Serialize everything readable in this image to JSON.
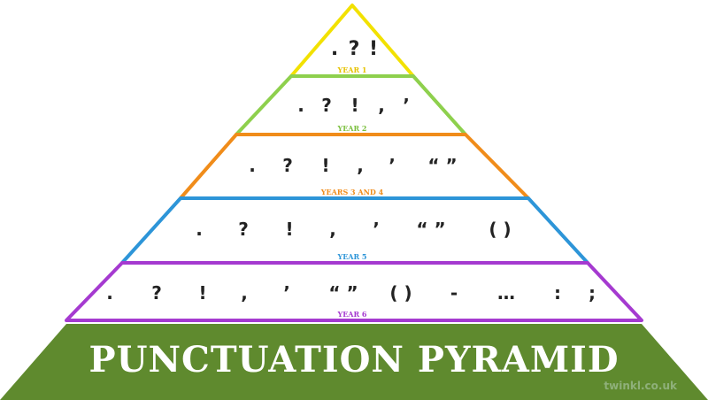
{
  "title": "PUNCTUATION PYRAMID",
  "brand": "twinkl.co.uk",
  "colors": {
    "base": "#5f8a2e",
    "year1": "#f2e100",
    "year2": "#8ed04d",
    "year34": "#f08c1a",
    "year5": "#2d95d8",
    "year6": "#a53ad0"
  },
  "tiers": [
    {
      "label": "YEAR 1",
      "marks": [
        ".",
        "?",
        "!"
      ]
    },
    {
      "label": "YEAR 2",
      "marks": [
        ".",
        "?",
        "!",
        ",",
        "’"
      ]
    },
    {
      "label": "YEARS 3 AND 4",
      "marks": [
        ".",
        "?",
        "!",
        ",",
        "’",
        "“ ”"
      ]
    },
    {
      "label": "YEAR 5",
      "marks": [
        ".",
        "?",
        "!",
        ",",
        "’",
        "“ ”",
        "( )"
      ]
    },
    {
      "label": "YEAR 6",
      "marks": [
        ".",
        "?",
        "!",
        ",",
        "’",
        "“ ”",
        "( )",
        "-",
        "…",
        ":",
        ";"
      ]
    }
  ]
}
